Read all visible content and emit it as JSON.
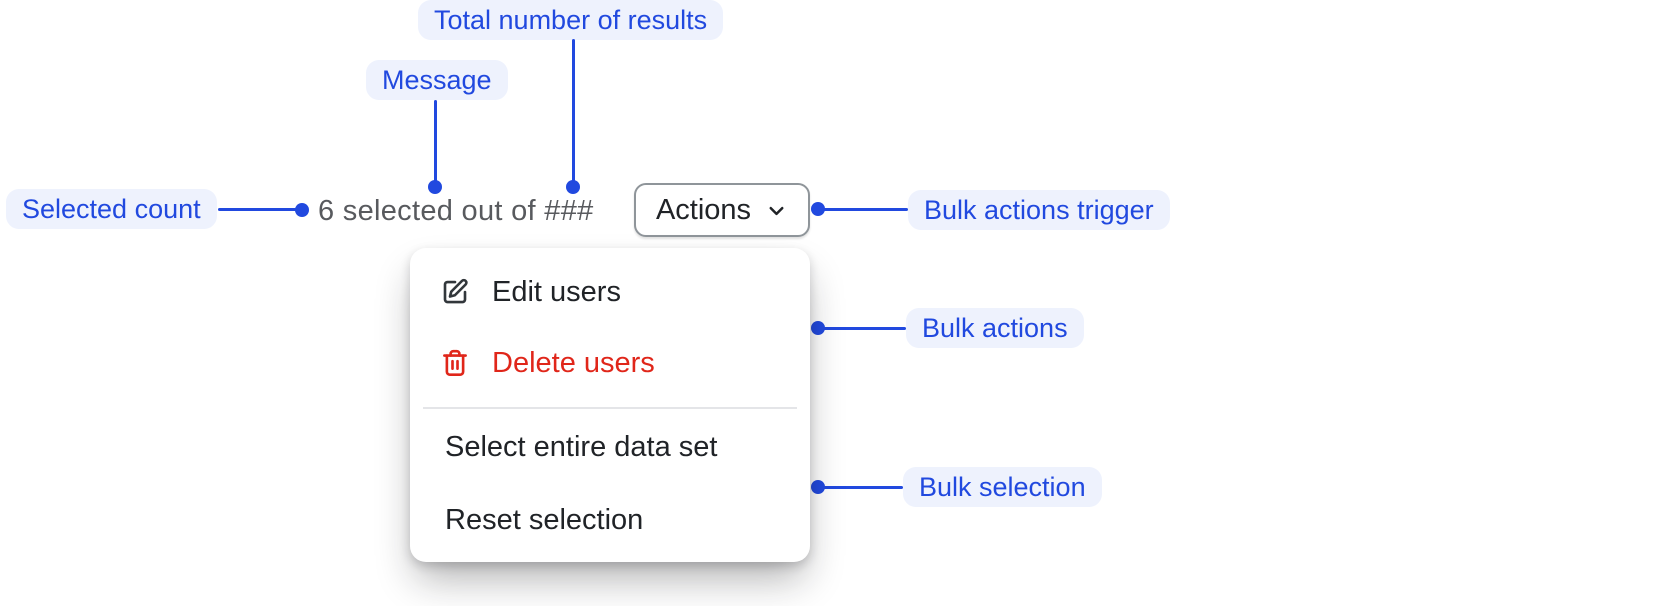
{
  "annotations": {
    "labels": [
      {
        "id": "selected-count",
        "text": "Selected count"
      },
      {
        "id": "message",
        "text": "Message"
      },
      {
        "id": "total-number-of-results",
        "text": "Total number of results"
      },
      {
        "id": "bulk-actions-trigger",
        "text": "Bulk actions trigger"
      },
      {
        "id": "bulk-actions",
        "text": "Bulk actions"
      },
      {
        "id": "bulk-selection",
        "text": "Bulk selection"
      }
    ]
  },
  "bulk_bar": {
    "message": "6 selected out of ###",
    "actions_label": "Actions"
  },
  "menu": {
    "items": [
      {
        "label": "Edit users",
        "icon": "edit-icon",
        "tone": "default"
      },
      {
        "label": "Delete users",
        "icon": "trash-icon",
        "tone": "critical"
      },
      {
        "type": "divider"
      },
      {
        "label": "Select entire data set",
        "tone": "default"
      },
      {
        "label": "Reset selection",
        "tone": "default"
      }
    ]
  },
  "colors": {
    "accent_blue": "#2149df",
    "label_background": "#eef2fd",
    "critical_red": "#e0261a",
    "text_dark": "#202327",
    "subdued_text": "#585a5e",
    "button_border": "#8f959a",
    "divider": "#e4e5e8"
  }
}
